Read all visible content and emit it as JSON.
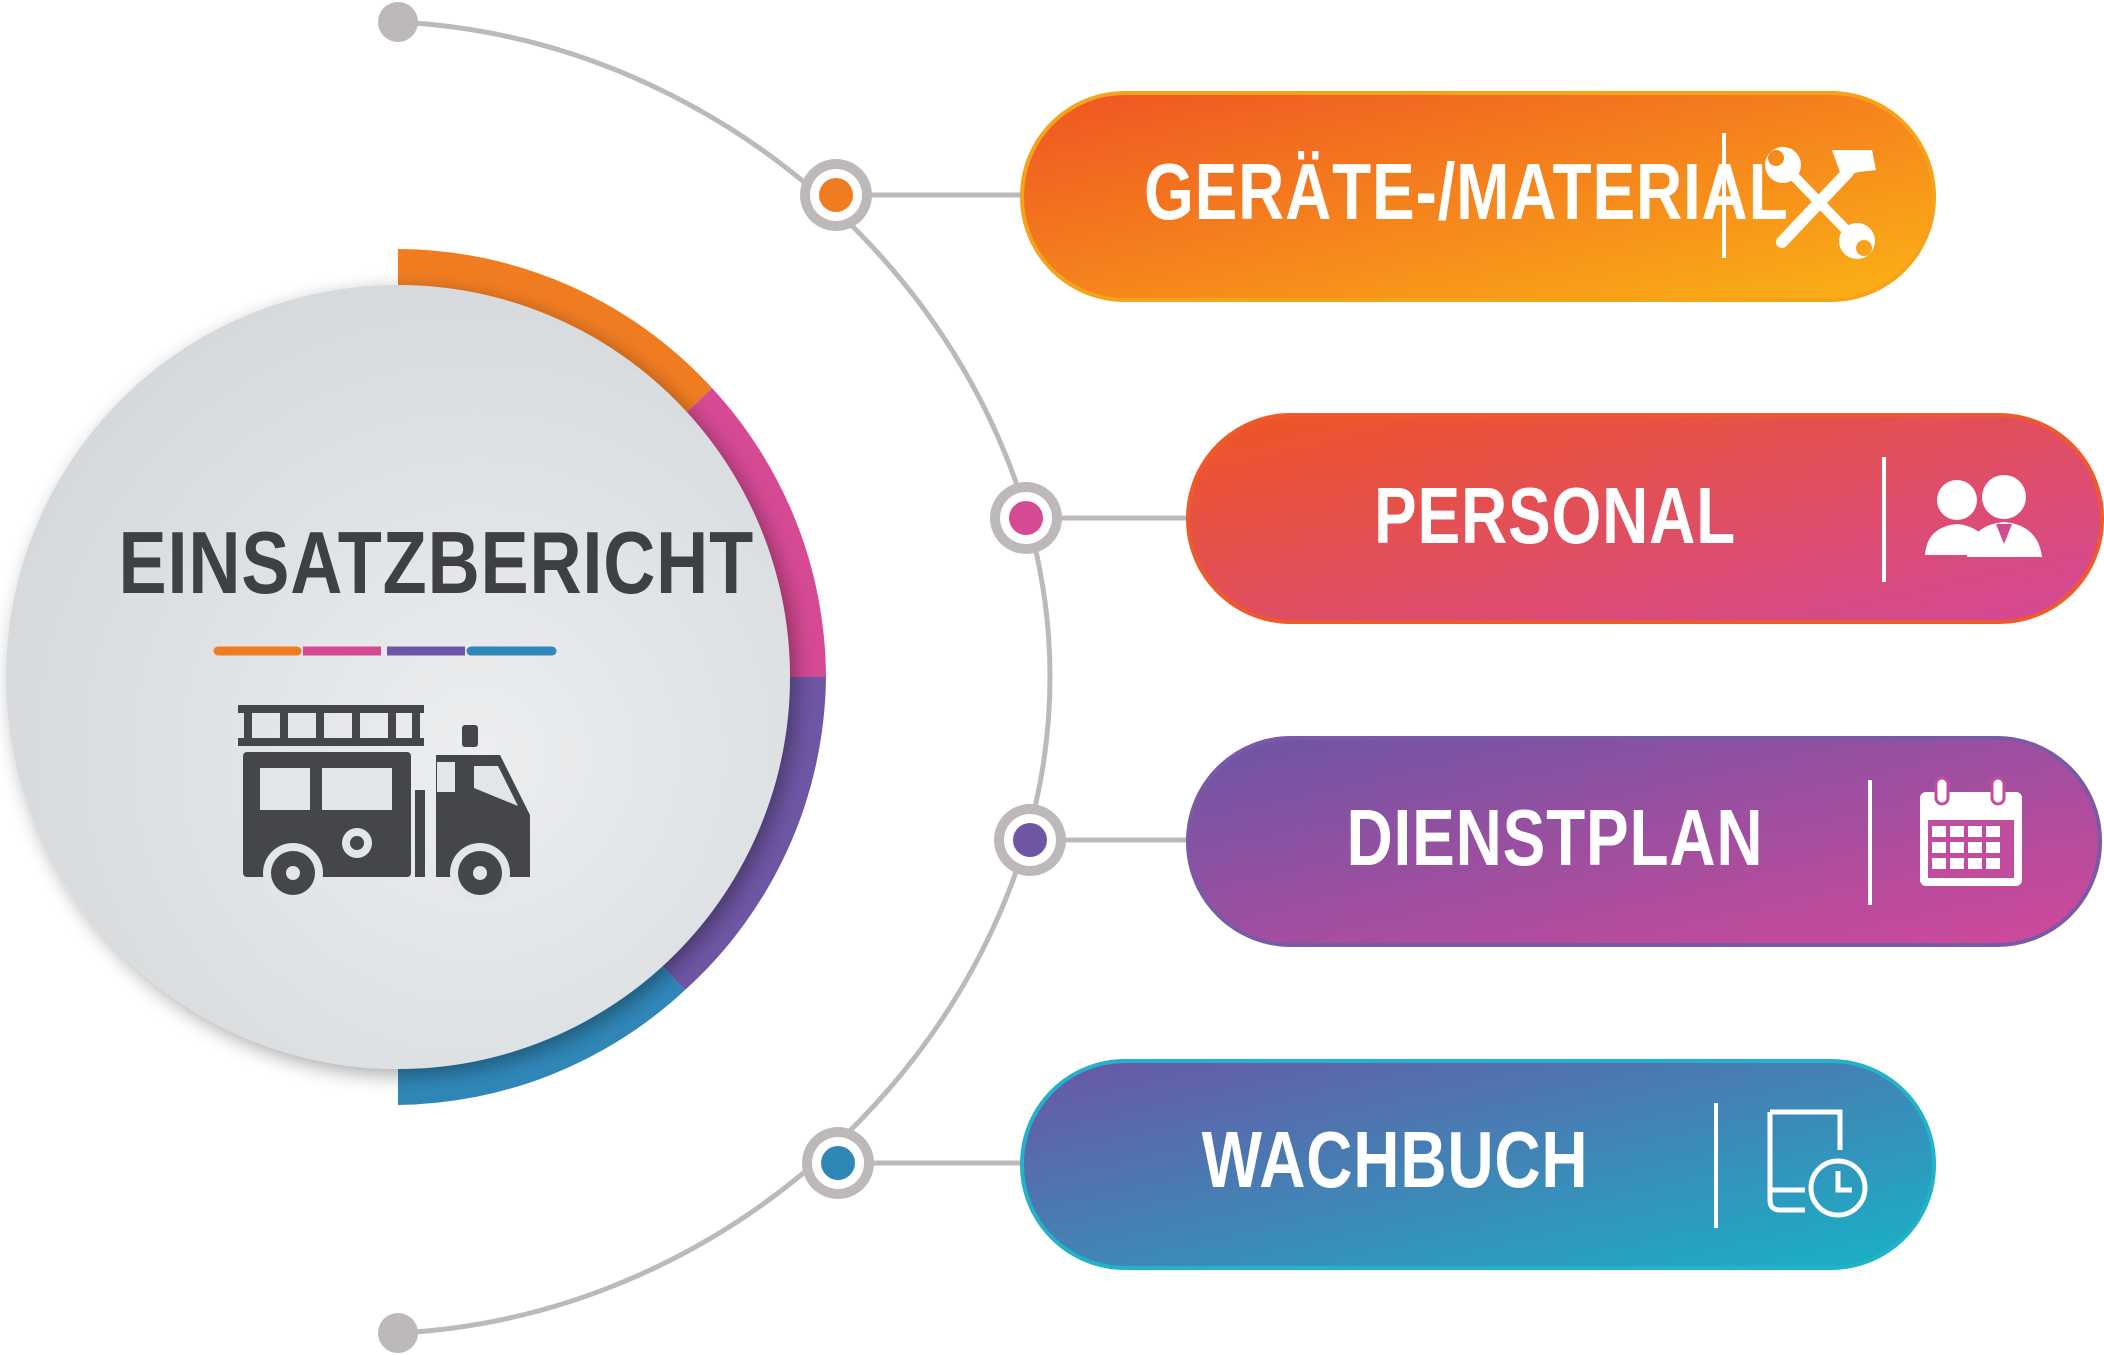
{
  "center": {
    "title": "EINSATZBERICHT",
    "icon": "fire-truck-icon",
    "underline_colors": [
      "#f07c22",
      "#d54a93",
      "#6e56a4",
      "#2f87b8"
    ]
  },
  "items": [
    {
      "label": "GERÄTE-/MATERIAL",
      "icon": "tools-icon",
      "colors": [
        "#ef5423",
        "#fbb316"
      ],
      "dot": "#f07c22"
    },
    {
      "label": "PERSONAL",
      "icon": "people-icon",
      "colors": [
        "#ef5523",
        "#d3489a"
      ],
      "dot": "#d54a93"
    },
    {
      "label": "DIENSTPLAN",
      "icon": "calendar-icon",
      "colors": [
        "#6b55a5",
        "#d3489a"
      ],
      "dot": "#6e56a4"
    },
    {
      "label": "WACHBUCH",
      "icon": "book-clock-icon",
      "colors": [
        "#6b55a5",
        "#17b3c7"
      ],
      "dot": "#2f87b8"
    }
  ]
}
